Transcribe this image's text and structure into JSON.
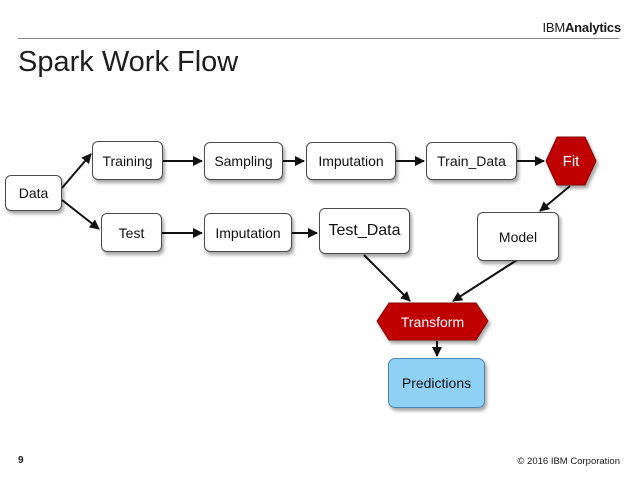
{
  "header": {
    "brand_part1": "IBM",
    "brand_part2": "Analytics",
    "title": "Spark Work Flow"
  },
  "nodes": {
    "data": "Data",
    "training": "Training",
    "sampling": "Sampling",
    "imputation_top": "Imputation",
    "train_data": "Train_Data",
    "fit": "Fit",
    "test": "Test",
    "imputation_bottom": "Imputation",
    "test_data": "Test_Data",
    "model": "Model",
    "transform": "Transform",
    "predictions": "Predictions"
  },
  "footer": {
    "page_number": "9",
    "copyright": "© 2016 IBM Corporation"
  },
  "colors": {
    "hexagon_fill": "#c00000",
    "predictions_fill": "#8fd0f5"
  }
}
